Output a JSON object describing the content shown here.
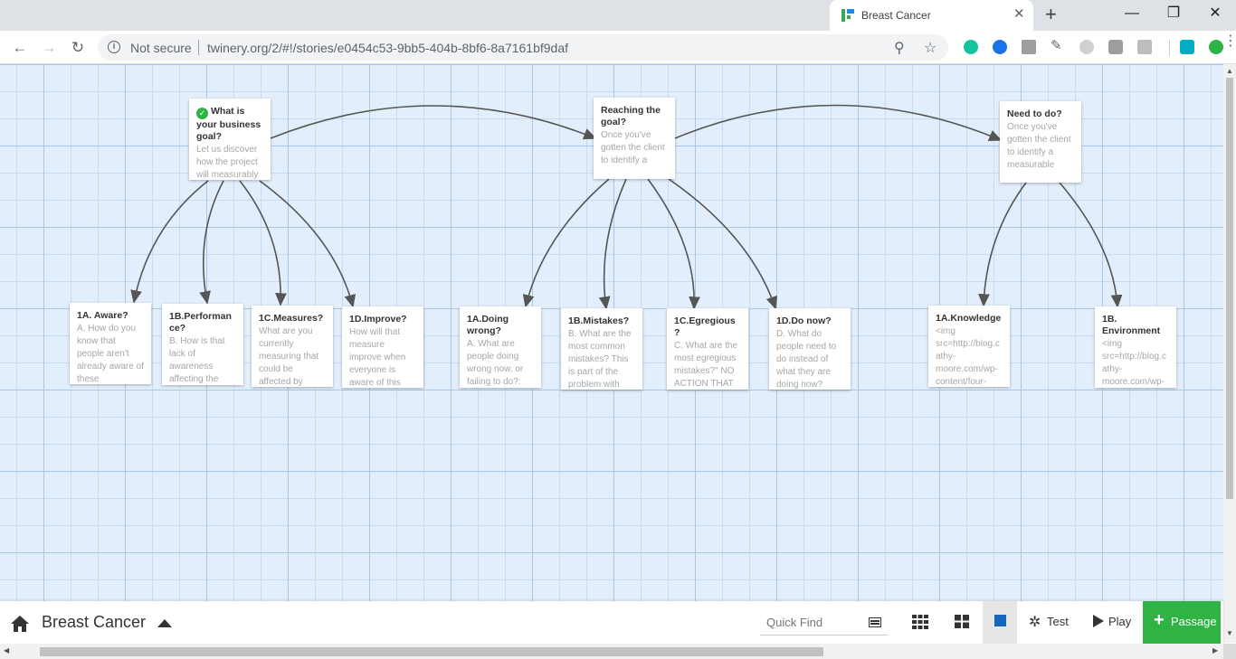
{
  "browser": {
    "tab_title": "Breast Cancer",
    "security_label": "Not secure",
    "url": "twinery.org/2/#!/stories/e0454c53-9bb5-404b-8bf6-8a7161bf9daf"
  },
  "story": {
    "title": "Breast Cancer",
    "quick_find_placeholder": "Quick Find",
    "test_label": "Test",
    "play_label": "Play",
    "passage_label": "Passage",
    "accent_color": "#2fb344"
  },
  "passages": [
    {
      "id": "p1",
      "title": "What is your business goal?",
      "excerpt": "Let us discover how the project will measurably",
      "start": true
    },
    {
      "id": "p2",
      "title": "Reaching the goal?",
      "excerpt": "Once you've gotten the client to identify a",
      "start": false
    },
    {
      "id": "p3",
      "title": "Need to do?",
      "excerpt": "Once you've gotten the client to identify a measurable",
      "start": false
    },
    {
      "id": "p4",
      "title": "1A. Aware?",
      "excerpt": "A. How do you know that people aren't already aware of these",
      "start": false
    },
    {
      "id": "p5",
      "title": "1B.Performance?",
      "excerpt": "B. How is that lack of awareness affecting the performance or",
      "start": false
    },
    {
      "id": "p6",
      "title": "1C.Measures?",
      "excerpt": "What are you currently measuring that could be affected by",
      "start": false
    },
    {
      "id": "p7",
      "title": "1D.Improve?",
      "excerpt": "How will that measure improve when everyone is aware of this",
      "start": false
    },
    {
      "id": "p8",
      "title": "1A.Doing wrong?",
      "excerpt": "A. What are people doing wrong now, or failing to do?:",
      "start": false
    },
    {
      "id": "p9",
      "title": "1B.Mistakes?",
      "excerpt": "B. What are the most common mistakes? This is part of the problem with",
      "start": false
    },
    {
      "id": "p10",
      "title": "1C.Egregious?",
      "excerpt": "C. What are the most egregious mistakes?\" NO ACTION THAT IS MEANINGFUL",
      "start": false
    },
    {
      "id": "p11",
      "title": "1D.Do now?",
      "excerpt": "D. What do people need to do instead of what they are doing now?",
      "start": false
    },
    {
      "id": "p12",
      "title": "1A.Knowledge",
      "excerpt": "<img src=http://blog.cathy-moore.com/wp-content/four-quadrants.png>",
      "start": false
    },
    {
      "id": "p13",
      "title": "1B. Environment",
      "excerpt": "<img src=http://blog.cathy-moore.com/wp-content/four-",
      "start": false
    }
  ]
}
